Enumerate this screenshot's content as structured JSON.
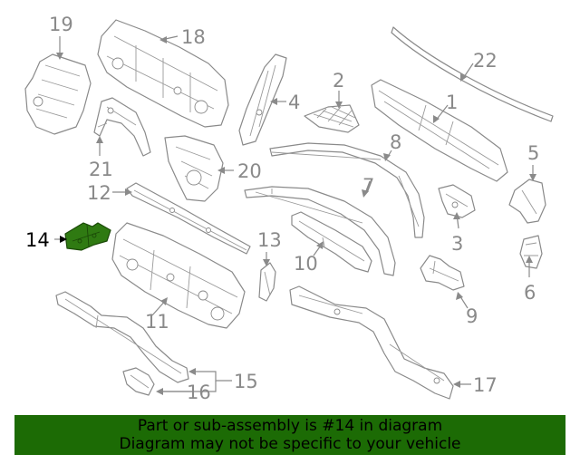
{
  "callouts": {
    "c1": "1",
    "c2": "2",
    "c3": "3",
    "c4": "4",
    "c5": "5",
    "c6": "6",
    "c7": "7",
    "c8": "8",
    "c9": "9",
    "c10": "10",
    "c11": "11",
    "c12": "12",
    "c13": "13",
    "c14": "14",
    "c15": "15",
    "c16": "16",
    "c17": "17",
    "c18": "18",
    "c19": "19",
    "c20": "20",
    "c21": "21",
    "c22": "22"
  },
  "highlight": {
    "part": "14",
    "color": "#2f7a12"
  },
  "banner": {
    "line1": "Part or sub-assembly is #14 in diagram",
    "line2": "Diagram may not be specific to your vehicle",
    "background": "#1c6b05"
  }
}
